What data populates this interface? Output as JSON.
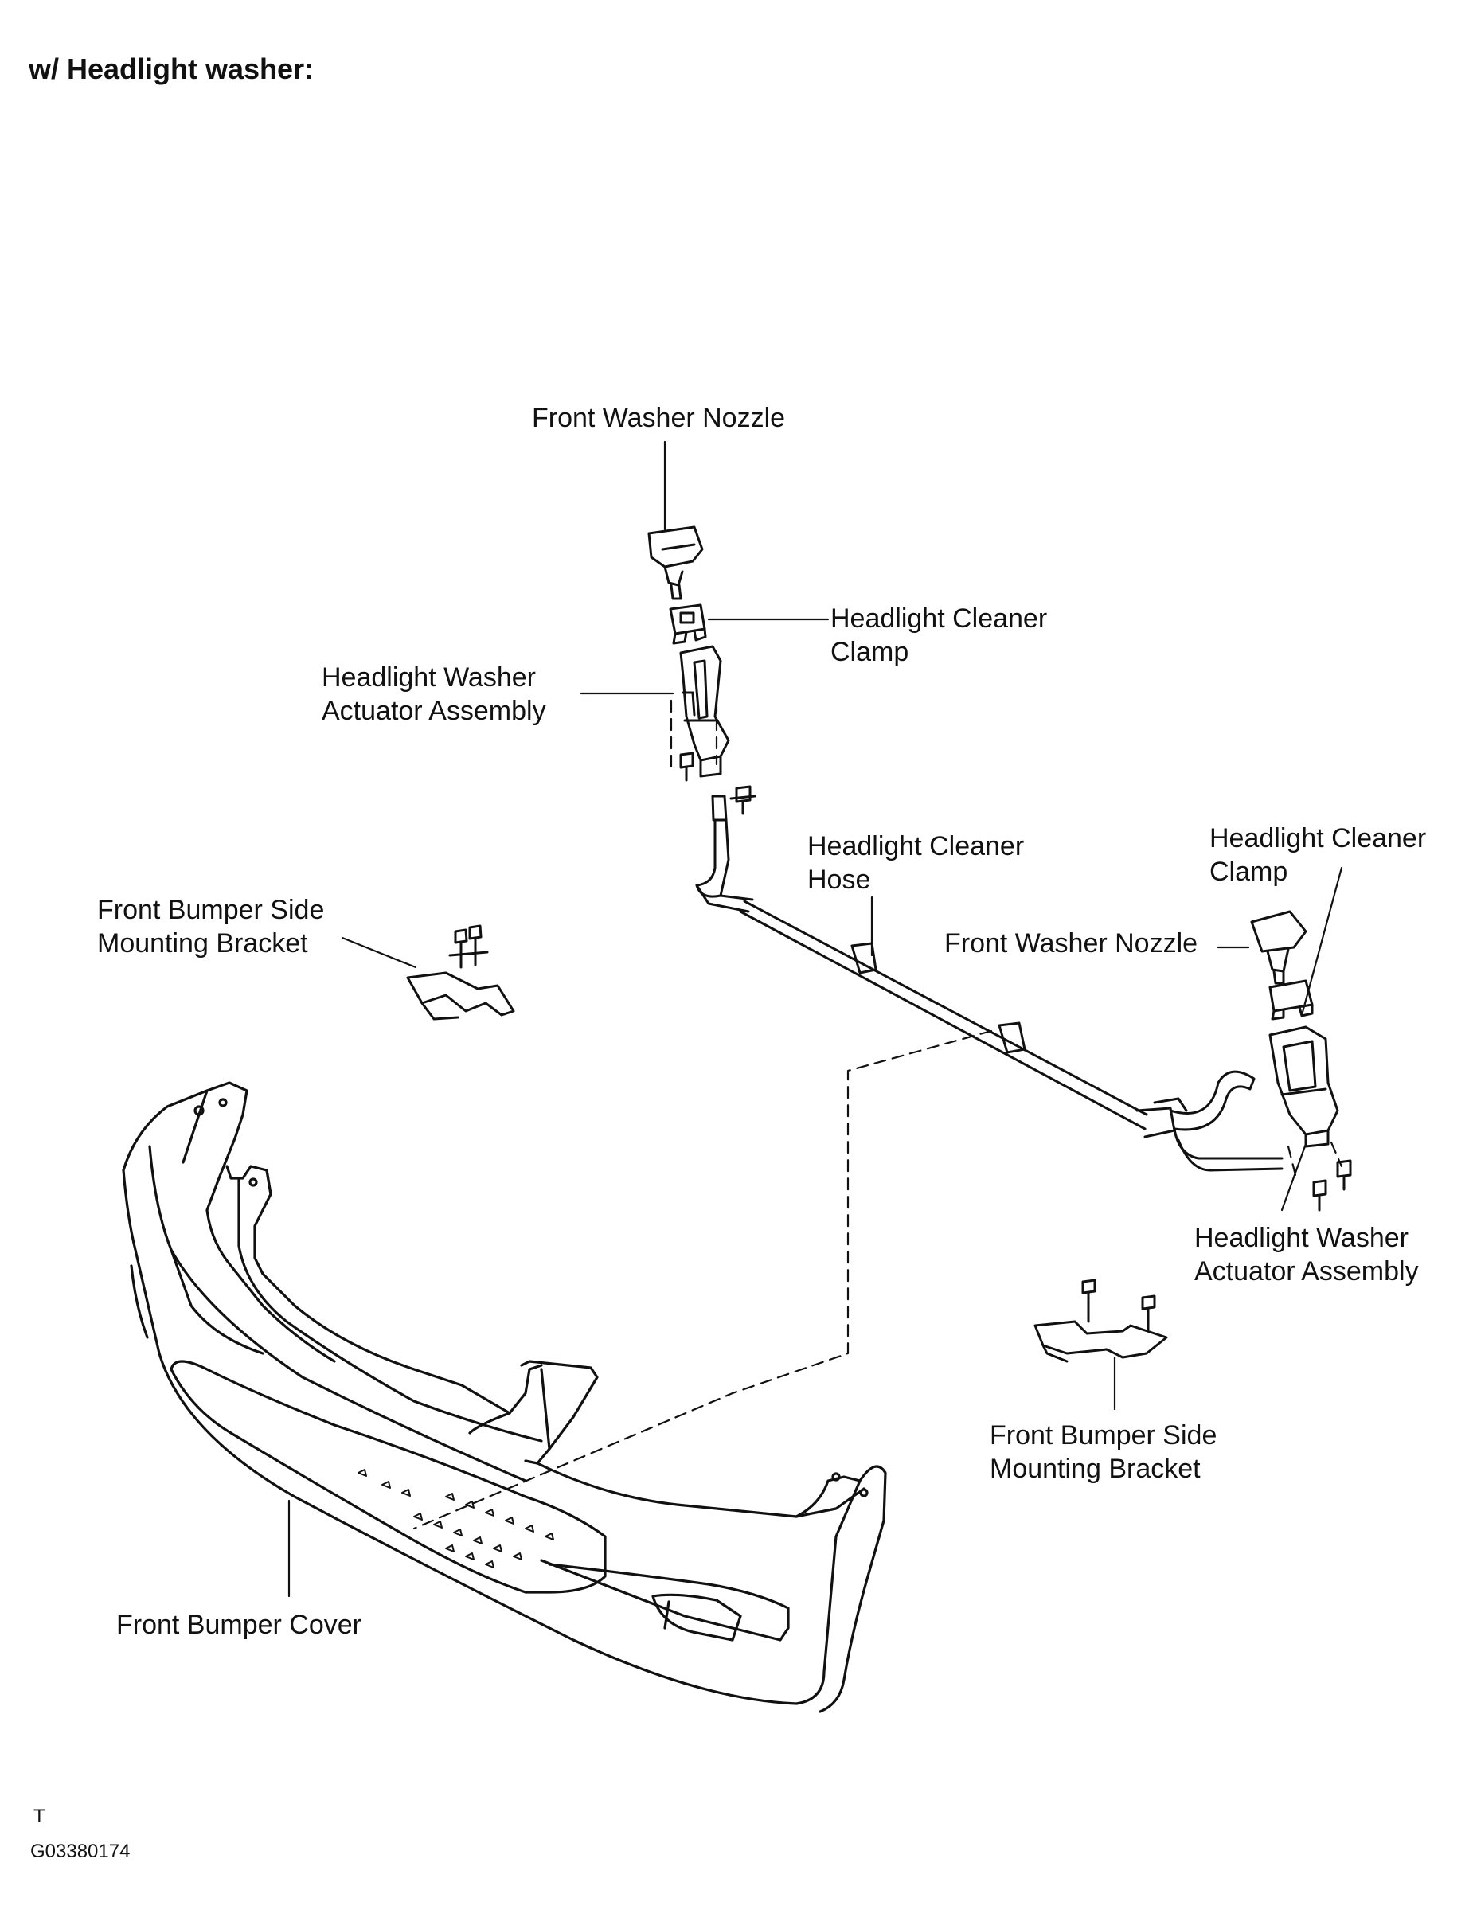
{
  "heading": "w/ Headlight washer:",
  "labels": {
    "front_washer_nozzle_top": "Front Washer Nozzle",
    "cleaner_clamp_top": [
      "Headlight Cleaner",
      "Clamp"
    ],
    "actuator_left": [
      "Headlight  Washer",
      "Actuator Assembly"
    ],
    "cleaner_hose": [
      "Headlight Cleaner",
      "Hose"
    ],
    "cleaner_clamp_right": [
      "Headlight Cleaner",
      "Clamp"
    ],
    "front_washer_nozzle_right": "Front Washer Nozzle",
    "bracket_left": [
      "Front Bumper Side",
      "Mounting Bracket"
    ],
    "actuator_right": [
      "Headlight  Washer",
      "Actuator Assembly"
    ],
    "bracket_right": [
      "Front Bumper Side",
      "Mounting Bracket"
    ],
    "bumper_cover": "Front Bumper Cover"
  },
  "footer": {
    "mark": "T",
    "code": "G03380174"
  }
}
